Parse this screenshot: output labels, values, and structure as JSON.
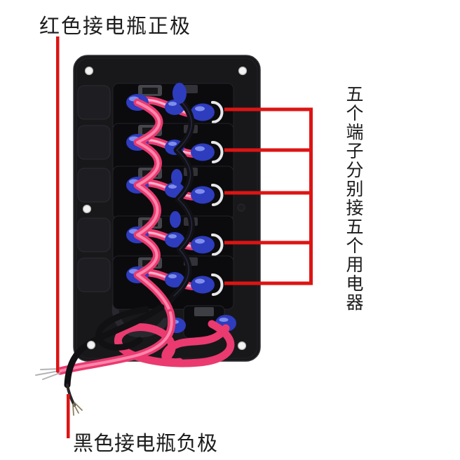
{
  "labels": {
    "battery_positive": "红色接电瓶正极",
    "battery_negative": "黑色接电瓶负极",
    "terminals_note": "五个端子分别接五个用电器"
  },
  "panel": {
    "switch_count": 5,
    "terminal_callout_count": 5,
    "screw_hole_count": 6
  },
  "colors": {
    "background": "#ffffff",
    "text": "#1c1c1c",
    "callout_red": "#dd1414",
    "wire_pink": "#ea3a70",
    "wire_pink_highlight": "#ff8fb4",
    "wire_black": "#111114",
    "connector_blue": "#2e3cbe",
    "clip_silver": "#e8e8ec",
    "panel_black": "#18181b"
  }
}
